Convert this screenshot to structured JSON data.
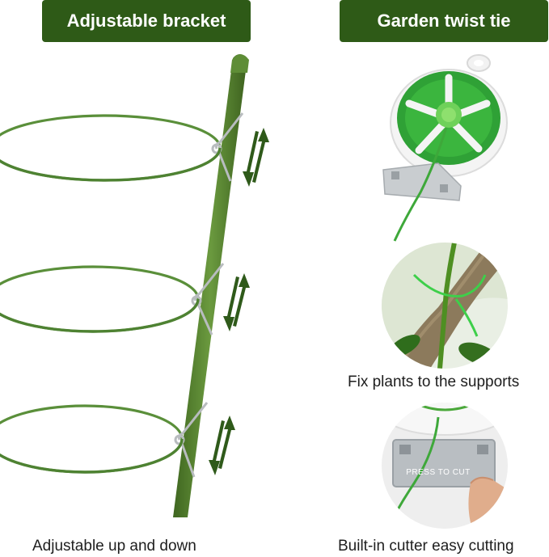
{
  "left_panel": {
    "heading": "Adjustable bracket",
    "caption": "Adjustable up and down"
  },
  "right_panel": {
    "heading": "Garden twist tie",
    "caption_plant": "Fix plants to the supports",
    "caption_cutter": "Built-in cutter easy cutting",
    "cutter_label": "PRESS TO CUT"
  },
  "colors": {
    "brand_green": "#2e5a17",
    "stake_green": "#4f7a2a",
    "ring_green": "#5a8f3a",
    "wire_green": "#3ea83a"
  }
}
